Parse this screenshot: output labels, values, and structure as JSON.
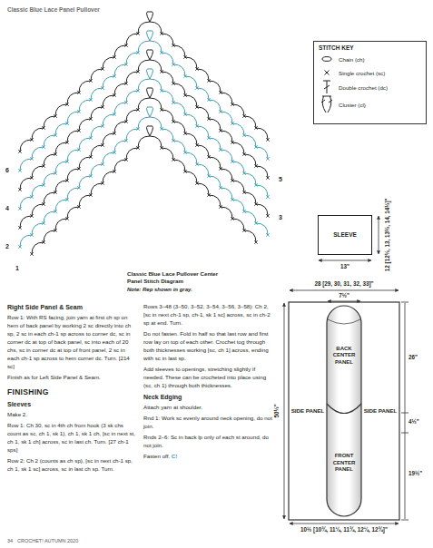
{
  "diagram": {
    "title": "Classic Blue Lace Panel Pullover",
    "caption": "Classic Blue Lace Pullover Center Panel Stitch Diagram",
    "nodes": [
      {
        "text": [
          "STITCH KEY"
        ]
      },
      {
        "text": [
          "SLEEVE"
        ]
      },
      {
        "text": [
          "SIDE PANEL"
        ]
      },
      {
        "text": [
          "BACK CENTER PANEL"
        ]
      },
      {
        "text": [
          "FRONT CENTER PANEL"
        ]
      },
      {
        "text": [
          "SIDE PANEL"
        ]
      }
    ],
    "edges": [],
    "labels": [
      "1",
      "2",
      "3",
      "4",
      "5",
      "6",
      "Note: Rep shown in gray.",
      "13\"",
      "12 [12½, 13, 13½, 14, 14½]\"",
      "28 [29, 30, 31, 32, 33]\"",
      "7½\"",
      "26\"",
      "4½\"",
      "19½\"",
      "50½\"",
      "10½ [10¾, 11¼, 11¾, 12¼, 12¾]\"",
      "Right Side Panel & Seam",
      "Row 1: With RS facing, join yarn at first ch sp on hem of back panel by working 2 sc directly into ch sp, 2 sc in each ch-1 sp across to corner dc, sc in corner dc at top of back panel, sc into each of 20 chs, sc in corner dc at top of front panel, 2 sc in each ch-1 sp across to hem corner dc. Turn. [214 sc]",
      "Finish as for Left Side Panel & Seam.",
      "FINISHING",
      "Sleeves",
      "Make 2.",
      "Row 1: Ch 30, sc in 4th ch from hook (3 sk chs count as sc, ch 1, sk 1), ch 1, sk 1 ch, [sc in next st, ch 1, sk 1 ch] across, sc in last ch. Turn. [27 ch-1 sps]",
      "Row 2: Ch 2 (counts as ch sp), [sc in next ch-1 sp, ch 1, sk 1 sc] across, sc in last ch sp. Turn.",
      "Rows 3–48 (3–50, 3–52, 3–54, 3–56, 3–58): Ch 2, [sc in next ch-1 sp, ch-1, sk 1 sc] across, sc in ch-2 sp at end. Turn.",
      "Do not fasten. Fold in half so that last row and first row lay on top of each other. Crochet tog through both thicknesses working [sc, ch 1] across, ending with sc in last sp.",
      "Add sleeves to openings, stretching slightly if needed. These can be crocheted into place using (sc, ch 1) through both thicknesses.",
      "Neck Edging",
      "Attach yarn at shoulder.",
      "Rnd 1: Work sc evenly around neck opening, do not join.",
      "Rnds 2–6: Sc in back lp only of each st around, do not join.",
      "Fasten off.",
      "C!",
      "34",
      "CROCHET! AUTUMN 2020"
    ],
    "legend": [
      {
        "text": "Chain (ch)"
      },
      {
        "text": "Single crochet (sc)"
      },
      {
        "text": "Double crochet (dc)"
      },
      {
        "text": "Cluster (cl)"
      }
    ]
  }
}
